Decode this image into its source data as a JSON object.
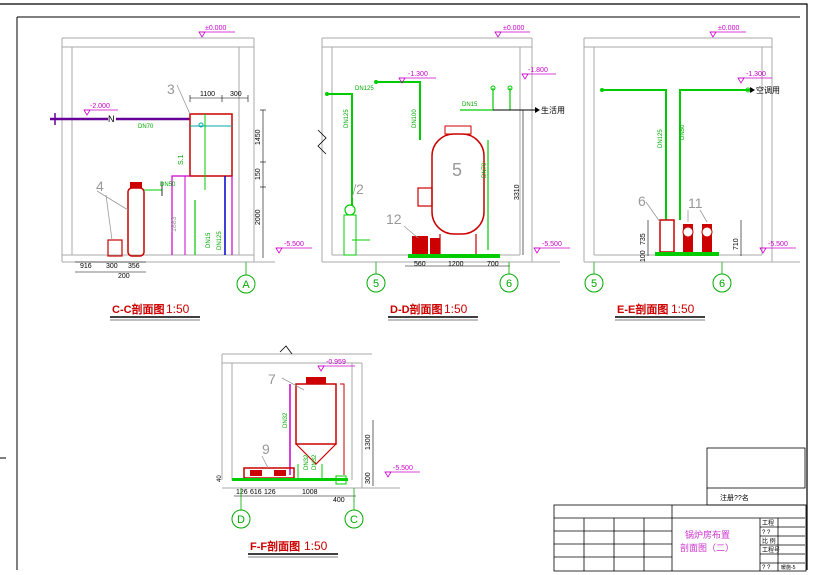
{
  "colors": {
    "wall": "#aaaaaa",
    "green": "#00cc00",
    "magenta": "#cc00cc",
    "red": "#cc0000",
    "purple": "#660099",
    "blue": "#0000cc",
    "leader": "#999999",
    "text": "#000000",
    "circle": "#00aa00",
    "title": "#cc0000",
    "pink": "#cc33cc"
  },
  "sections": {
    "cc": {
      "title": "C-C剖面图",
      "scale": "1:50",
      "top_level": "±0.000",
      "pipe_level": "-2.000",
      "floor_level": "-5.500",
      "callout_3": "3",
      "callout_4": "4",
      "n_label": "N",
      "pipe_dn70": "DN70",
      "pipe_dn50": "DN50",
      "pipe_dn15": "DN15",
      "pipe_dn125": "DN125",
      "dim_top_1": "1100",
      "dim_top_2": "300",
      "dim_v_1": "1450",
      "dim_v_2": "150",
      "dim_v_3": "2000",
      "dim_left": "1883",
      "dim_inner": "S.1",
      "dim_b1": "916",
      "dim_b2": "300",
      "dim_b3": "356",
      "dim_b4": "200",
      "axis": "A"
    },
    "dd": {
      "title": "D-D剖面图",
      "scale": "1:50",
      "top_level": "±0.000",
      "level_1": "-1.300",
      "level_2": "-1.800",
      "floor_level": "-5.500",
      "callout_2": "2",
      "callout_5": "5",
      "callout_12": "12",
      "pipe_dn125a": "DN125",
      "pipe_dn125b": "DN125",
      "pipe_dn100": "DN100",
      "pipe_dn15": "DN15",
      "pipe_dn70": "DN70",
      "label_life": "生活用",
      "dim_v": "3310",
      "dim_b1": "560",
      "dim_b2": "1200",
      "dim_b3": "700",
      "axis_left": "5",
      "axis_right": "6"
    },
    "ee": {
      "title": "E-E剖面图",
      "scale": "1:50",
      "top_level": "±0.000",
      "level_1": "-1.300",
      "floor_level": "-5.500",
      "label_air": "空调用",
      "callout_6": "6",
      "callout_11": "11",
      "pipe_dn125": "DN125",
      "pipe_dn50": "DN50",
      "dim_v1": "735",
      "dim_v2": "100",
      "dim_v3": "710",
      "axis_left": "5",
      "axis_right": "6"
    },
    "ff": {
      "title": "F-F剖面图",
      "scale": "1:50",
      "level_1": "-0.959",
      "floor_level": "-5.500",
      "callout_7": "7",
      "callout_9": "9",
      "pipe_dn32a": "DN32",
      "pipe_dn32b": "DN32",
      "pipe_dn32c": "DN32",
      "dim_v1": "1300",
      "dim_v2": "300",
      "dim_b1": "126",
      "dim_b2": "616",
      "dim_b3": "126",
      "dim_b4": "1008",
      "dim_b5": "400",
      "left_mark": "40",
      "axis_left": "D",
      "axis_right": "C"
    }
  },
  "title_block": {
    "note": "注册??名",
    "drawing_name_1": "锅炉房布置",
    "drawing_name_2": "剖面图（二）",
    "row_1": "工程",
    "row_2": "? ?",
    "row_3": "比 例",
    "row_4": "工程号",
    "row_5": "? ?",
    "row_6": "暖施-5"
  }
}
